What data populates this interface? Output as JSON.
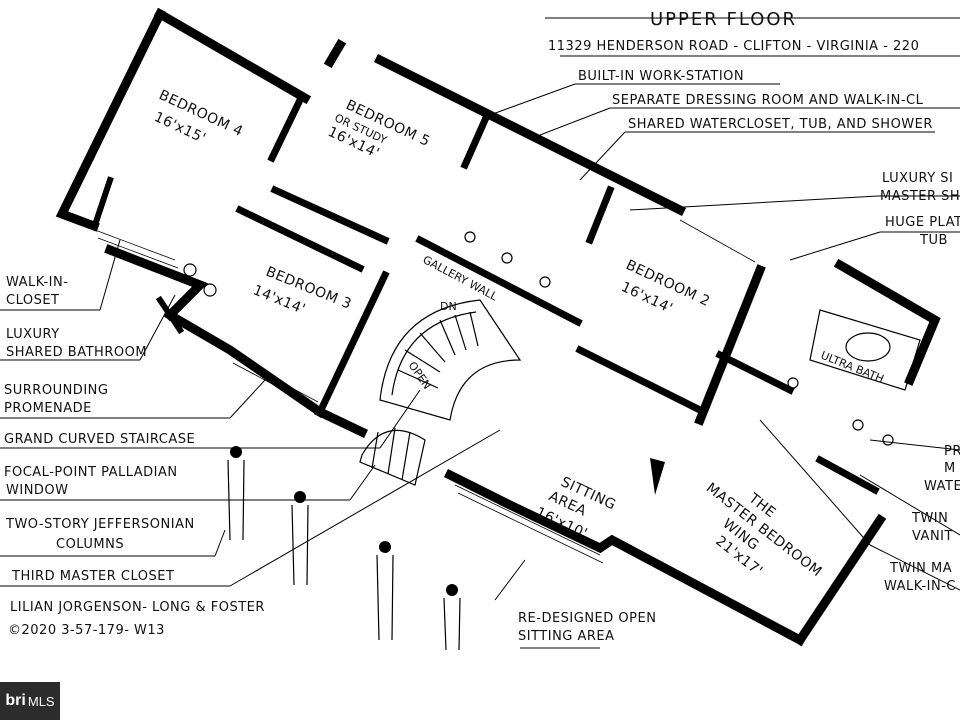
{
  "header": {
    "title": "UPPER FLOOR",
    "address": "11329 HENDERSON ROAD - CLIFTON - VIRGINIA - 220"
  },
  "rooms": {
    "bedroom4_name": "BEDROOM 4",
    "bedroom4_size": "16'x15'",
    "bedroom5_name": "BEDROOM 5",
    "bedroom5_alt": "OR STUDY",
    "bedroom5_size": "16'x14'",
    "bedroom3_name": "BEDROOM 3",
    "bedroom3_size": "14'x14'",
    "bedroom2_name": "BEDROOM 2",
    "bedroom2_size": "16'x14'",
    "gallery_wall": "GALLERY WALL",
    "dn": "DN",
    "open": "OPEN",
    "sitting_name": "SITTING",
    "sitting_area": "AREA",
    "sitting_size": "16'x10'",
    "master_the": "THE",
    "master_name": "MASTER BEDROOM",
    "master_wing": "WING",
    "master_size": "21'x17'",
    "ultra_bath": "ULTRA BATH"
  },
  "callouts_top": [
    "BUILT-IN WORK-STATION",
    "SEPARATE DRESSING ROOM AND WALK-IN-CL",
    "SHARED WATERCLOSET, TUB, AND SHOWER"
  ],
  "callouts_left": [
    "WALK-IN-",
    "CLOSET",
    "LUXURY",
    "SHARED BATHROOM",
    "SURROUNDING",
    "PROMENADE",
    "GRAND CURVED STAIRCASE",
    "FOCAL-POINT PALLADIAN",
    "WINDOW",
    "TWO-STORY JEFFERSONIAN",
    "COLUMNS",
    "THIRD MASTER CLOSET"
  ],
  "callouts_right": [
    "LUXURY SI",
    "MASTER SH",
    "HUGE PLATF",
    "TUB",
    "PR",
    "M",
    "WATE",
    "TWIN",
    "VANIT",
    "TWIN MA",
    "WALK-IN-C"
  ],
  "callout_bottom": {
    "line1": "RE-DESIGNED OPEN",
    "line2": "SITTING AREA"
  },
  "credit": {
    "line1": "LILIAN JORGENSON- LONG & FOSTER",
    "line2": "©2020  3-57-179- W13"
  },
  "badge": {
    "logo": "bri",
    "text": "MLS"
  },
  "colors": {
    "ink": "#000000",
    "paper": "#ffffff",
    "badge_bg": "#2c2c2c"
  }
}
